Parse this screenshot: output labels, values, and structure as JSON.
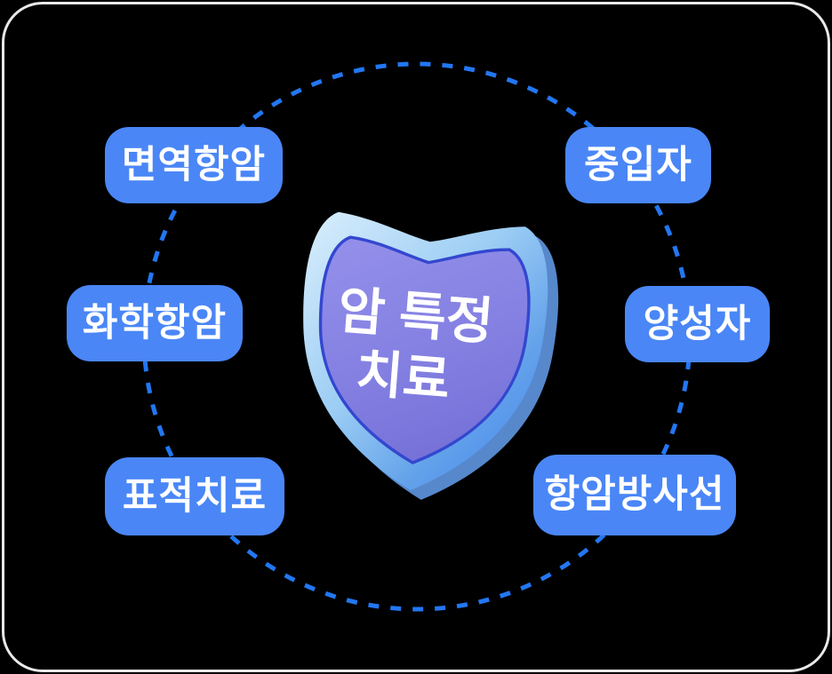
{
  "page": {
    "background_color": "#000000",
    "frame_outline_color": "#e9e9e9"
  },
  "diagram": {
    "orbit": {
      "dash_color": "#2277f2",
      "style": "dashed-circle"
    },
    "center_shield": {
      "line1": "암 특정",
      "line2": "치료",
      "face_color": "#8480e2",
      "rim_light_color": "#cde9fb",
      "rim_deep_color": "#4a86ee",
      "edge_line_color": "#3347cf",
      "text_color": "#ffffff"
    },
    "node_style": {
      "background_color": "#4a86f6",
      "text_color": "#ffffff"
    },
    "nodes": [
      {
        "id": "immunotherapy",
        "label": "면역항암",
        "position": "top-left"
      },
      {
        "id": "heavy-ion",
        "label": "중입자",
        "position": "top-right"
      },
      {
        "id": "chemotherapy",
        "label": "화학항암",
        "position": "middle-left"
      },
      {
        "id": "proton",
        "label": "양성자",
        "position": "middle-right"
      },
      {
        "id": "targeted-therapy",
        "label": "표적치료",
        "position": "bottom-left"
      },
      {
        "id": "anticancer-radiation",
        "label": "항암방사선",
        "position": "bottom-right"
      }
    ]
  }
}
